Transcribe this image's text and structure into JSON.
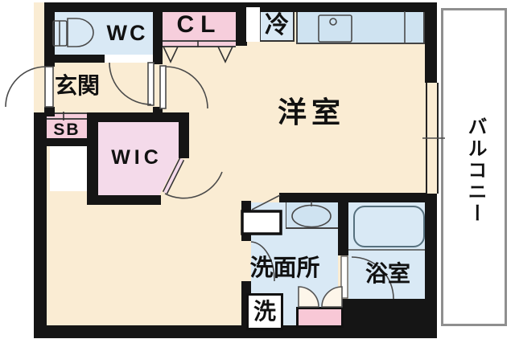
{
  "floorplan": {
    "rooms": {
      "wc": {
        "label": "WC"
      },
      "closet": {
        "label": "CL"
      },
      "refrigerator": {
        "label": "冷"
      },
      "entrance": {
        "label": "玄関"
      },
      "shoe_box": {
        "label": "SB"
      },
      "walk_in_closet": {
        "label": "WIC"
      },
      "western_room": {
        "label": "洋室"
      },
      "washroom": {
        "label": "洗面所"
      },
      "laundry": {
        "label": "洗"
      },
      "bathroom": {
        "label": "浴室"
      },
      "balcony": {
        "label": "バルコニー"
      }
    },
    "colors": {
      "wall": "#151515",
      "floor": "#FAECD3",
      "wet_area": "#D9E9F5",
      "closet_pink": "#F6CEDC",
      "wic_pink": "#F4DAEA",
      "utility_door_pink": "#F8C8D6",
      "balcony_border": "#8F8F8F",
      "fixture_line": "#4A4A4A"
    }
  }
}
